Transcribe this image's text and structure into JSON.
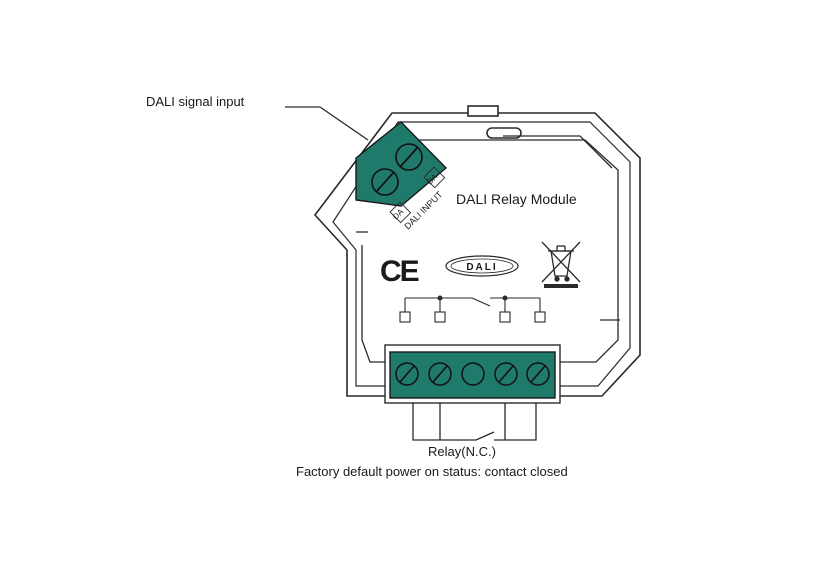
{
  "labels": {
    "signal_input": "DALI signal input",
    "module_title": "DALI Relay Module",
    "terminal_da_left": "DA",
    "terminal_da_right": "DA",
    "terminal_dali_input": "DALI INPUT",
    "ce_mark": "CE",
    "dali_logo": "DALI",
    "relay_caption": "Relay(N.C.)",
    "factory_note": "Factory default power on status: contact closed"
  },
  "colors": {
    "terminal_block": "#1f7a6c",
    "line": "#2a2a2a"
  },
  "icons": [
    "ce-mark-icon",
    "dali-logo-icon",
    "weee-bin-icon",
    "screw-terminal-icon"
  ]
}
